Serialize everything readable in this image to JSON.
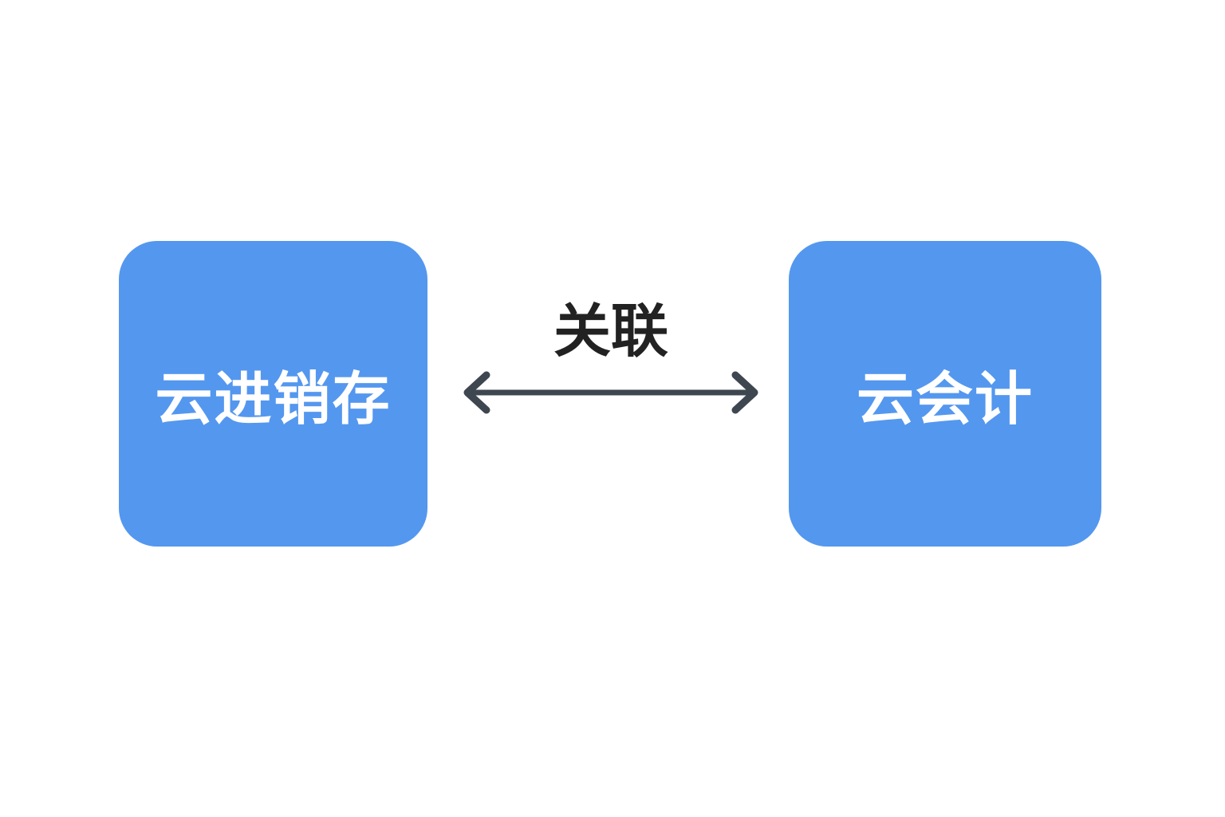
{
  "diagram": {
    "nodes": [
      {
        "id": "left",
        "label": "云进销存"
      },
      {
        "id": "right",
        "label": "云会计"
      }
    ],
    "edge": {
      "label": "关联",
      "direction": "bidirectional"
    }
  },
  "colors": {
    "background": "#ffffff",
    "node_fill": "#5497EF",
    "node_text": "#ffffff",
    "relation_text": "#222222",
    "arrow": "#3E4650"
  }
}
